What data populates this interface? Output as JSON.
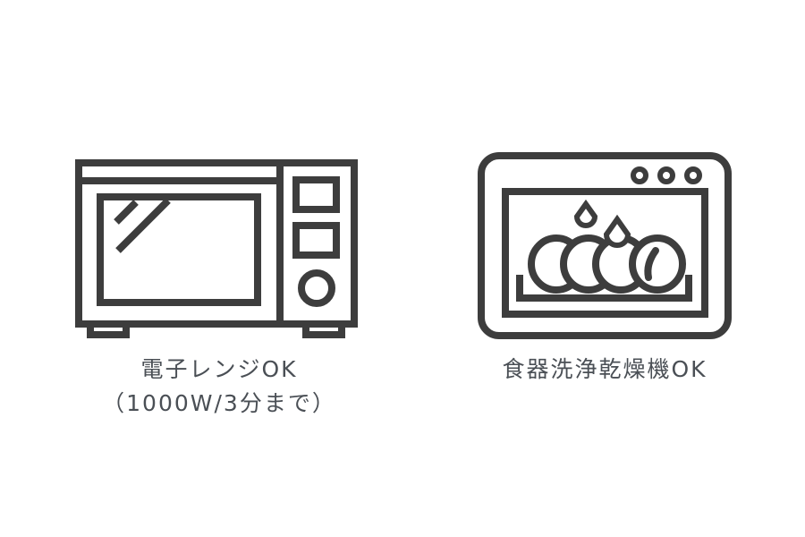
{
  "colors": {
    "icon_stroke": "#3d3d3d",
    "text": "#4a4f55",
    "background": "#ffffff"
  },
  "items": [
    {
      "icon": "microwave-icon",
      "label_line1": "電子レンジOK",
      "label_line2": "（1000W/3分まで）"
    },
    {
      "icon": "dishwasher-icon",
      "label_line1": "食器洗浄乾燥機OK"
    }
  ]
}
